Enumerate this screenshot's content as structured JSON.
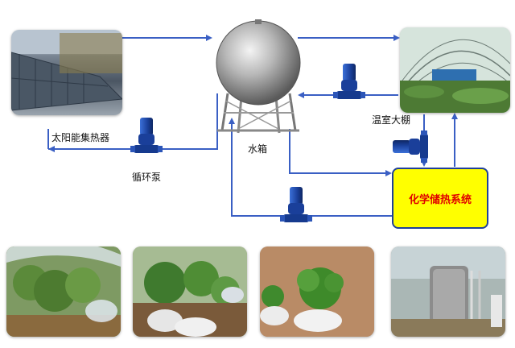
{
  "labels": {
    "solar_heater": "太阳能集热器",
    "water_tank": "水箱",
    "greenhouse": "温室大棚",
    "circulation_pump": "循环泵",
    "chemical_storage": "化学储热系统"
  },
  "icons": {
    "solar": "solar-collector-photo",
    "tank": "spherical-water-tank",
    "greenhouse": "greenhouse-photo",
    "pump": "inline-pump",
    "plants1": "greenhouse-plants-photo",
    "plants2": "potted-plants-photo",
    "plants3": "potted-seedling-photo",
    "tank_install": "tank-installation-photo"
  },
  "colors": {
    "pipe": "#3a5fc4",
    "box_fill": "#ffff00",
    "box_border": "#1f3f99",
    "box_text": "#e00000",
    "pump_body": "#1e4fb0"
  }
}
